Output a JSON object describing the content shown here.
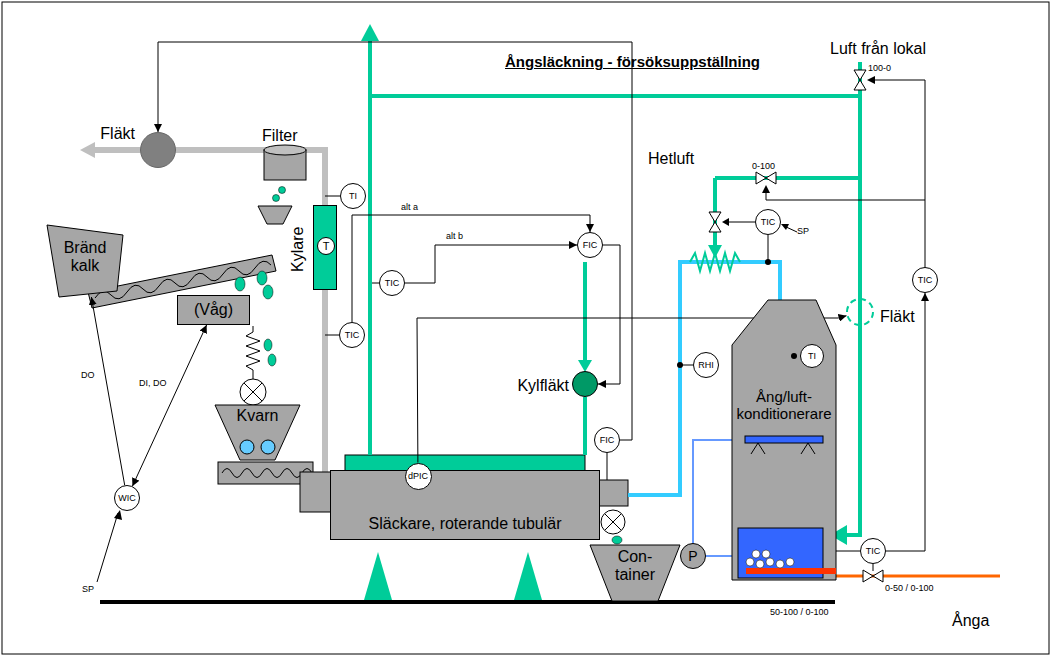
{
  "diagram": {
    "title": "Ångsläckning - försöksuppställning",
    "nodes": [
      {
        "text": [
          "Bränd kalk"
        ]
      },
      {
        "text": [
          "(Våg)"
        ]
      },
      {
        "text": [
          "Kvarn"
        ]
      },
      {
        "text": [
          "WIC"
        ]
      },
      {
        "text": [
          "Fläkt"
        ]
      },
      {
        "text": [
          "Kylare"
        ]
      },
      {
        "text": [
          "T"
        ],
        "in": 5
      },
      {
        "text": [
          "TI"
        ]
      },
      {
        "text": [
          "TIC"
        ]
      },
      {
        "text": [
          "TIC"
        ]
      },
      {
        "text": [
          "FIC"
        ]
      },
      {
        "text": [
          "Kylfläkt"
        ]
      },
      {
        "text": [
          "Släckare, roterande tubulär"
        ]
      },
      {
        "text": [
          "dPIC"
        ],
        "in": 12
      },
      {
        "text": [
          "FIC"
        ]
      },
      {
        "text": [
          "Con- tainer"
        ]
      },
      {
        "text": [
          "TIC"
        ]
      },
      {
        "text": [
          "RHI"
        ]
      },
      {
        "text": [
          "Fläkt"
        ]
      },
      {
        "text": [
          "Ång/luft-konditionerare"
        ]
      },
      {
        "text": [
          "TI"
        ],
        "in": 19
      },
      {
        "text": [
          "P"
        ]
      },
      {
        "text": [
          "TIC"
        ]
      },
      {
        "text": [
          "TIC"
        ]
      }
    ],
    "edges": [
      {
        "from": 3,
        "to": 0,
        "label": "DO",
        "arrow": "to"
      },
      {
        "from": 3,
        "to": 1,
        "label": "DI, DO",
        "arrow": "both"
      },
      {
        "from": 8,
        "to": 10,
        "label": "alt a",
        "arrow": "to"
      },
      {
        "from": 9,
        "to": 10,
        "label": "alt b",
        "arrow": "to"
      },
      {
        "from": 10,
        "to": 11,
        "arrow": "to"
      },
      {
        "from": 14,
        "to": 4,
        "arrow": "to"
      },
      {
        "from": 13,
        "to": 18,
        "arrow": "to"
      },
      {
        "from": 23,
        "to": 22,
        "arrow": "to"
      }
    ],
    "labels": [
      "Filter",
      "SP",
      "SP",
      "Hetluft",
      "Luft från lokal",
      "0-100",
      "100-0",
      "0-50 / 0-100",
      "50-100 / 0-100",
      "Ånga"
    ]
  }
}
